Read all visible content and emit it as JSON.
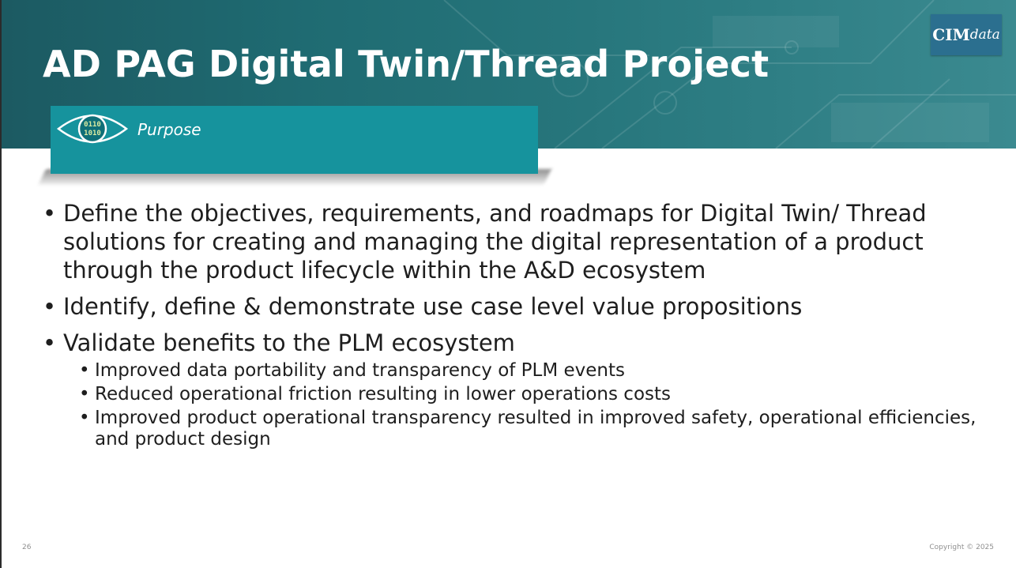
{
  "header": {
    "title": "AD PAG Digital Twin/Thread Project",
    "logo": {
      "bold": "CIM",
      "light": "data"
    }
  },
  "purpose": {
    "label": "Purpose",
    "icon": "eye-binary-icon",
    "binary_top": "0110",
    "binary_bottom": "1010",
    "color": "#16939d"
  },
  "bullets": [
    {
      "text": "Define the objectives, requirements, and roadmaps for Digital Twin/ Thread solutions for creating and managing the digital representation of a product through the product lifecycle within the A&D ecosystem"
    },
    {
      "text": "Identify, define & demonstrate use case level value propositions"
    },
    {
      "text": "Validate benefits to the PLM ecosystem",
      "sub": [
        "Improved data portability and transparency of PLM events",
        "Reduced operational friction resulting in lower operations costs",
        "Improved product operational transparency resulted in improved safety, operational efficiencies, and product design"
      ]
    }
  ],
  "footer": {
    "page_number": "26",
    "copyright": "Copyright © 2025"
  },
  "colors": {
    "banner": "#1f6b72",
    "logo_bg": "#2b6f8f",
    "text": "#1e1e1e"
  }
}
